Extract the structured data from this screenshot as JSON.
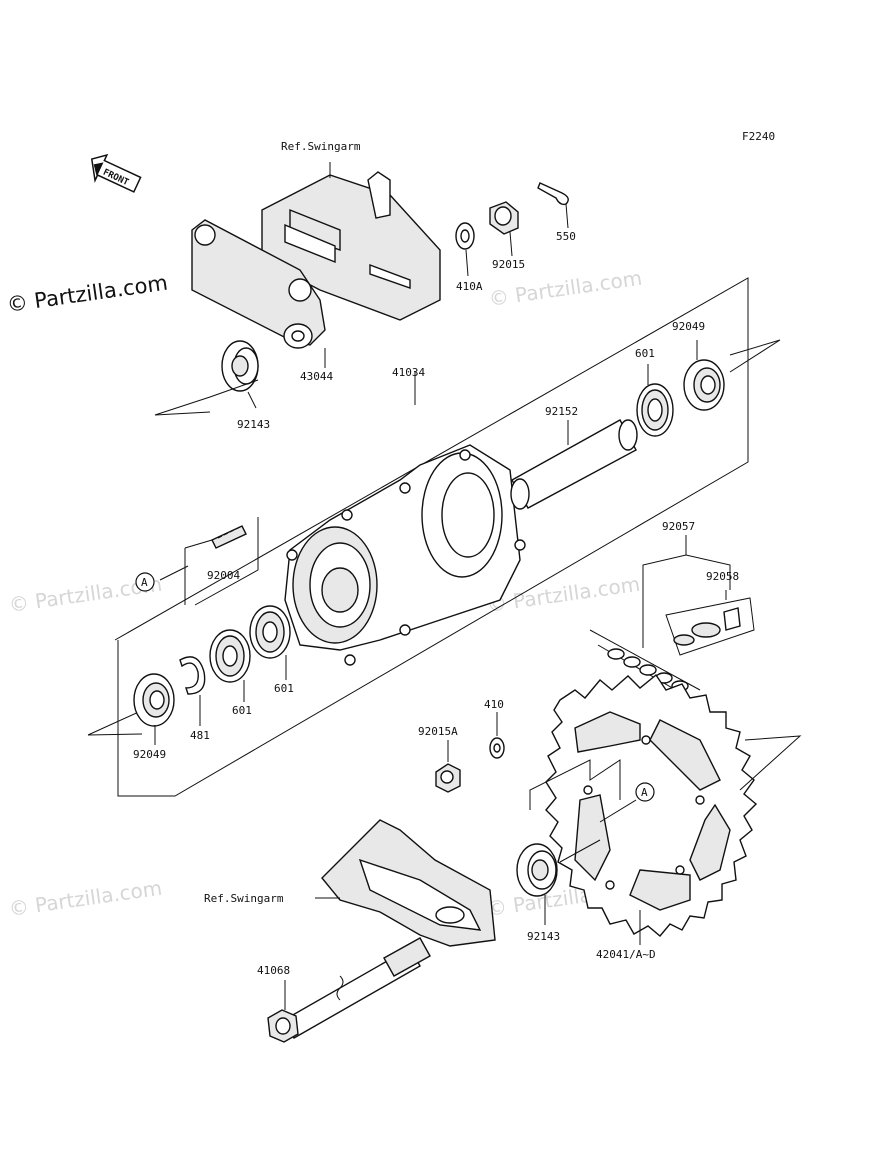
{
  "diagram": {
    "figure_code": "F2240",
    "front_arrow_label": "FRONT",
    "watermark_main": "© Partzilla.com",
    "watermark_faint": "© Partzilla.com",
    "labels": {
      "ref_swingarm_top": "Ref.Swingarm",
      "ref_swingarm_bottom": "Ref.Swingarm",
      "p550": "550",
      "p92015": "92015",
      "p410A": "410A",
      "p43044": "43044",
      "p92143_top": "92143",
      "p41034": "41034",
      "p92049_top": "92049",
      "p601_top": "601",
      "p92152": "92152",
      "p92004": "92004",
      "marker_A_left": "A",
      "p92057": "92057",
      "p92058": "92058",
      "p601_mid": "601",
      "p601_low": "601",
      "p481": "481",
      "p92049_low": "92049",
      "p410": "410",
      "p92015A": "92015A",
      "marker_A_right": "A",
      "p92143_low": "92143",
      "p42041": "42041/A~D",
      "p41068": "41068"
    }
  }
}
